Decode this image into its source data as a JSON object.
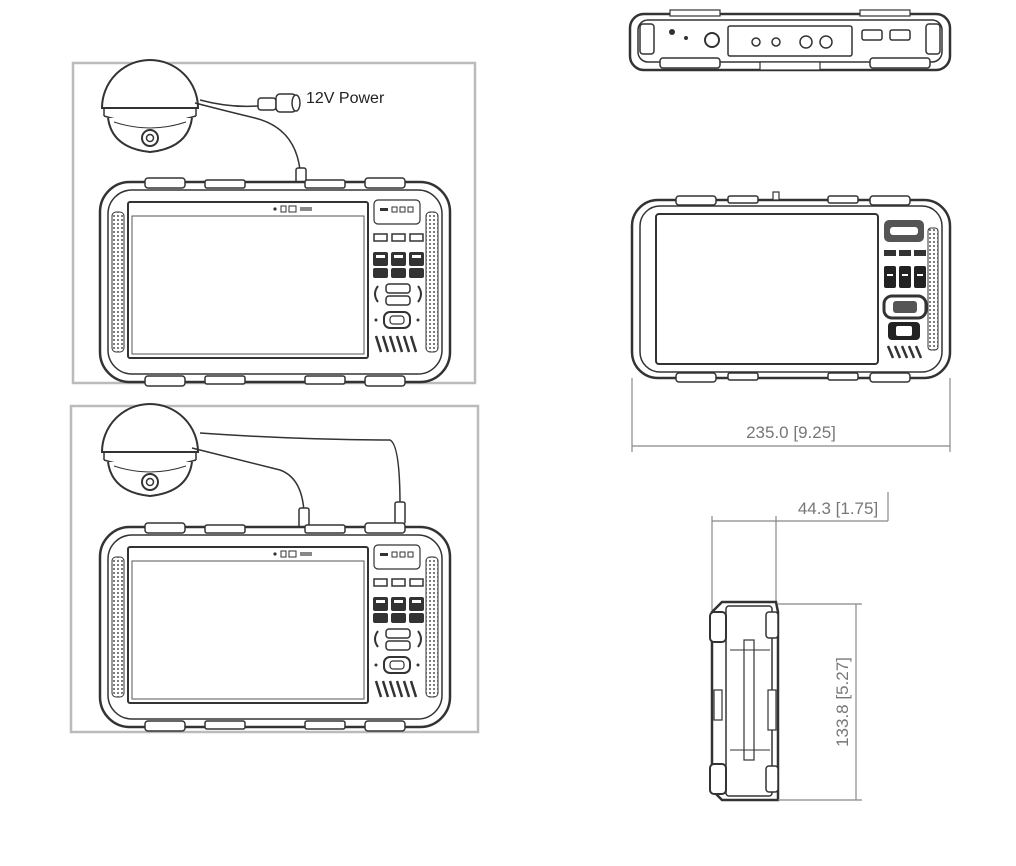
{
  "labels": {
    "power": "12V Power",
    "width_dim": "235.0 [9.25]",
    "depth_dim": "44.3 [1.75]",
    "height_dim": "133.8 [5.27]"
  },
  "colors": {
    "line": "#333333",
    "frame": "#bbbbbb",
    "dimension": "#888888"
  }
}
